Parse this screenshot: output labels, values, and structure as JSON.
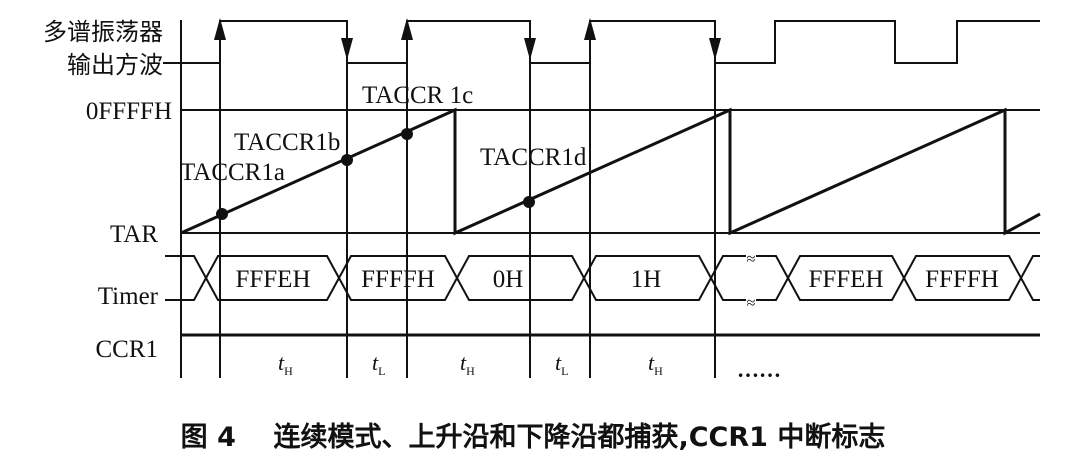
{
  "signal_labels": {
    "oscillator_line1": "多谱振荡器",
    "oscillator_line2": "输出方波",
    "max_value": "0FFFFH",
    "tar": "TAR",
    "timer": "Timer",
    "ccr1": "CCR1"
  },
  "capture_points": [
    "TACCR1a",
    "TACCR1b",
    "TACCR 1c",
    "TACCR1d"
  ],
  "timer_values": [
    "FFFEH",
    "FFFFH",
    "0H",
    "1H",
    "FFFEH",
    "FFFFH"
  ],
  "intervals": [
    {
      "main": "t",
      "sub": "H"
    },
    {
      "main": "t",
      "sub": "L"
    },
    {
      "main": "t",
      "sub": "H"
    },
    {
      "main": "t",
      "sub": "L"
    },
    {
      "main": "t",
      "sub": "H"
    }
  ],
  "ellipsis": "……",
  "caption": "图 4    连续模式、上升沿和下降沿都捕获,CCR1 中断标志"
}
